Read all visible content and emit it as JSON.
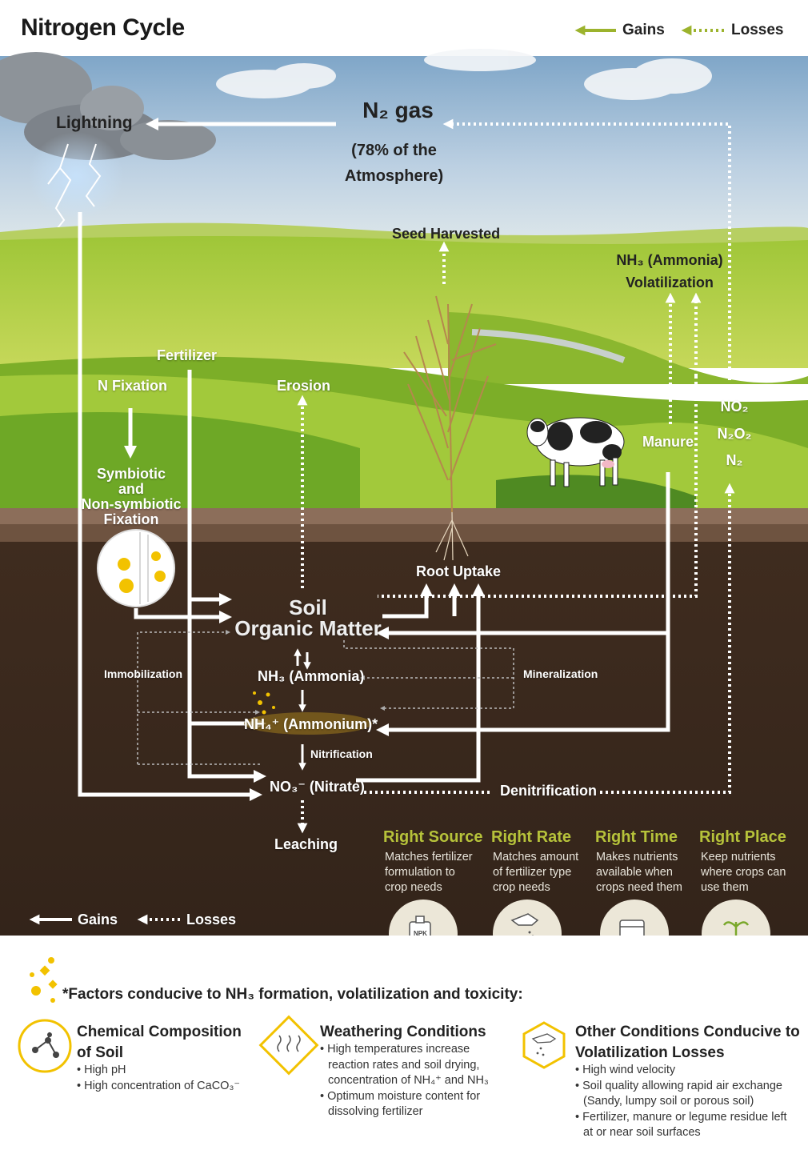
{
  "title": "Nitrogen Cycle",
  "legend": {
    "gains": "Gains",
    "losses": "Losses"
  },
  "atmosphere": {
    "n2_gas": "N₂ gas",
    "percent_line1": "(78% of the",
    "percent_line2": "Atmosphere)"
  },
  "labels": {
    "lightning": "Lightning",
    "seed_harvested": "Seed Harvested",
    "nh3_volatilization_line1": "NH₃ (Ammonia)",
    "nh3_volatilization_line2": "Volatilization",
    "fertilizer": "Fertilizer",
    "n_fixation": "N Fixation",
    "erosion": "Erosion",
    "manure": "Manure",
    "gases": [
      "NO₂",
      "N₂O₂",
      "N₂"
    ],
    "fixation_line1": "Symbiotic",
    "fixation_line2": "and",
    "fixation_line3": "Non-symbiotic",
    "fixation_line4": "Fixation",
    "root_uptake": "Root Uptake",
    "soil_line1": "Soil",
    "soil_line2": "Organic Matter",
    "immobilization": "Immobilization",
    "mineralization": "Mineralization",
    "ammonia": "NH₃ (Ammonia)",
    "ammonium": "NH₄⁺ (Ammonium)*",
    "nitrification": "Nitrification",
    "nitrate": "NO₃⁻ (Nitrate)",
    "denitrification": "Denitrification",
    "leaching": "Leaching"
  },
  "four_r": [
    {
      "title": "Right Source",
      "line1": "Matches fertilizer",
      "line2": "formulation to",
      "line3": "crop needs",
      "icon": "npk-jug-icon"
    },
    {
      "title": "Right Rate",
      "line1": "Matches amount",
      "line2": "of fertilizer type",
      "line3": "crop needs",
      "icon": "hand-sprinkle-icon"
    },
    {
      "title": "Right Time",
      "line1": "Makes nutrients",
      "line2": "available when",
      "line3": "crops need them",
      "icon": "calendar-sprout-icon"
    },
    {
      "title": "Right Place",
      "line1": "Keep nutrients",
      "line2": "where crops can",
      "line3": "use them",
      "icon": "seedling-roots-icon"
    }
  ],
  "npk_label": "NPK",
  "factors_heading": "*Factors conducive to NH₃ formation, volatilization and toxicity:",
  "factors": [
    {
      "title_line1": "Chemical Composition",
      "title_line2": "of Soil",
      "icon": "molecule-icon",
      "bullets": [
        "High pH",
        "High concentration of CaCO₃⁻"
      ]
    },
    {
      "title_line1": "Weathering Conditions",
      "title_line2": "",
      "icon": "heat-waves-icon",
      "bullets": [
        "High temperatures increase reaction rates and soil drying, concentration of NH₄⁺ and NH₃",
        "Optimum moisture content for dissolving fertilizer"
      ]
    },
    {
      "title_line1": "Other Conditions Conducive to",
      "title_line2": "Volatilization Losses",
      "icon": "sprinkle-hand-icon",
      "bullets": [
        "High wind velocity",
        "Soil quality allowing rapid air exchange (Sandy, lumpy soil or porous soil)",
        "Fertilizer, manure or legume residue left at or near soil surfaces"
      ]
    }
  ],
  "colors": {
    "accent_green": "#9cb32d",
    "heading_green": "#b6c23a",
    "soil": "#3a2a1e",
    "gold": "#f2c200"
  }
}
